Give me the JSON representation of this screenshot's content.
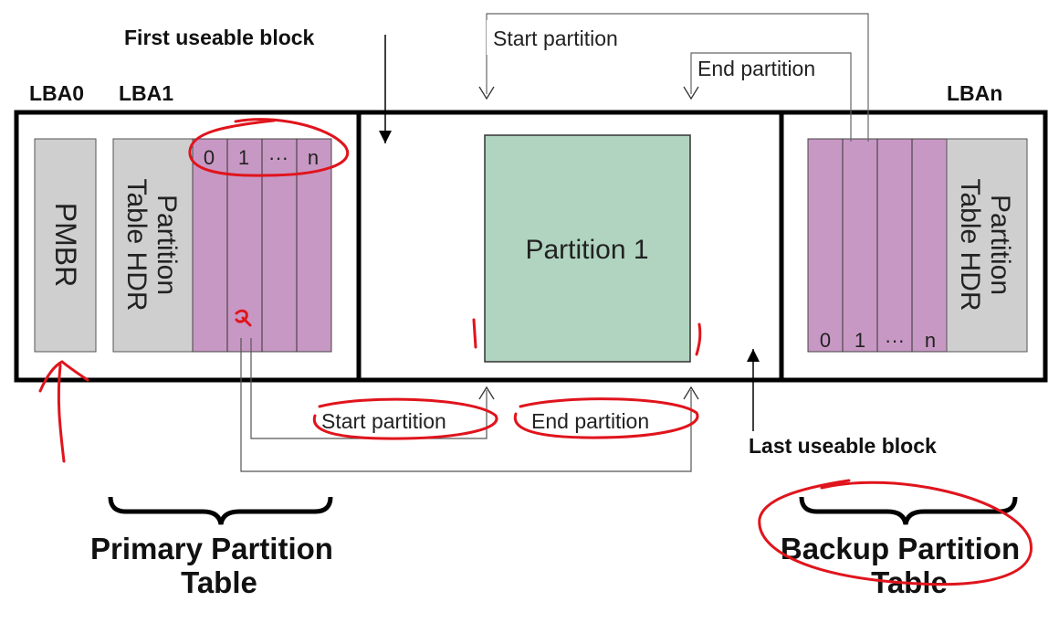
{
  "labels": {
    "lba0": "LBA0",
    "lba1": "LBA1",
    "lban": "LBAn",
    "first_useable": "First useable block",
    "last_useable": "Last useable block",
    "start_partition_top": "Start partition",
    "end_partition_top": "End partition",
    "start_partition_bottom": "Start partition",
    "end_partition_bottom": "End partition",
    "pmbr": "PMBR",
    "primary_hdr_line1": "Partition",
    "primary_hdr_line2": "Table HDR",
    "backup_hdr_line1": "Partition",
    "backup_hdr_line2": "Table HDR",
    "partition1": "Partition 1",
    "primary_title_line1": "Primary Partition",
    "primary_title_line2": "Table",
    "backup_title_line1": "Backup Partition",
    "backup_title_line2": "Table"
  },
  "primary_entries": [
    "0",
    "1",
    "···",
    "n"
  ],
  "backup_entries": [
    "0",
    "1",
    "···",
    "n"
  ],
  "colors": {
    "outline": "#000000",
    "pmbr_fill": "#cfcfcf",
    "header_fill": "#cfcfcf",
    "entry_fill": "#c898c4",
    "partition_fill": "#b0d4c0",
    "annotation": "#e0141c"
  }
}
